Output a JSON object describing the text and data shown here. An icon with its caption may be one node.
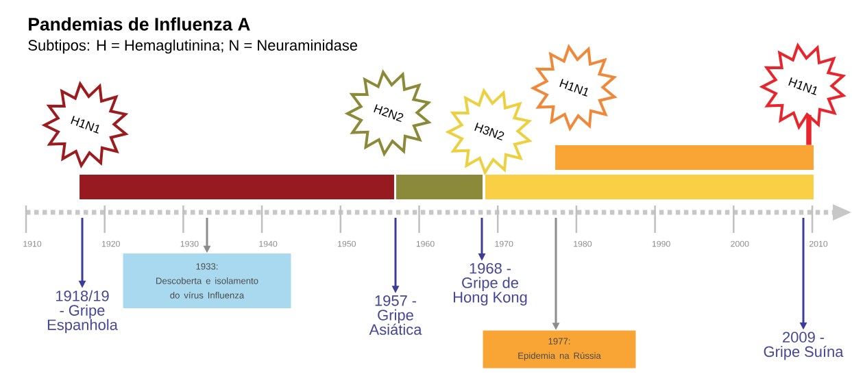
{
  "diagram": {
    "title": "Pandemias de Influenza A",
    "nodes": [
      {
        "text": [
          "H1N1"
        ]
      },
      {
        "text": [
          "H2N2"
        ]
      },
      {
        "text": [
          "H3N2"
        ]
      },
      {
        "text": [
          "H1N1"
        ]
      },
      {
        "text": [
          "H1N1"
        ]
      },
      {
        "text": [],
        "shape": "bar"
      },
      {
        "text": [],
        "shape": "bar"
      },
      {
        "text": [],
        "shape": "bar"
      },
      {
        "text": [],
        "shape": "bar"
      },
      {
        "text": [
          "1918/19 - Gripe Espanhola"
        ]
      },
      {
        "text": [
          "1933:",
          "Descoberta e isolamento do vírus Influenza"
        ]
      },
      {
        "text": [
          "1957 - Gripe Asiática"
        ]
      },
      {
        "text": [
          "1968 - Gripe de Hong Kong"
        ]
      },
      {
        "text": [
          "1977:",
          "Epidemia na Rússia"
        ]
      },
      {
        "text": [
          "2009 - Gripe Suína"
        ]
      }
    ],
    "edges": [
      {
        "from": null,
        "to": 9,
        "arrow": "to"
      },
      {
        "from": null,
        "to": 10,
        "arrow": "to",
        "color": "#8c8c8c"
      },
      {
        "from": null,
        "to": 11,
        "arrow": "to"
      },
      {
        "from": null,
        "to": 12,
        "arrow": "to"
      },
      {
        "from": null,
        "to": 13,
        "arrow": "to",
        "color": "#8c8c8c"
      },
      {
        "from": null,
        "to": 14,
        "arrow": "to"
      },
      {
        "from": 4,
        "to": 8,
        "arrow": "none",
        "style": "thick",
        "color": "#e8242c"
      }
    ],
    "labels": [
      "Subtipos: H = Hemaglutinina; N = Neuraminidase",
      "1910",
      "1920",
      "1930",
      "1940",
      "1950",
      "1960",
      "1970",
      "1980",
      "1990",
      "2000",
      "2010"
    ]
  }
}
